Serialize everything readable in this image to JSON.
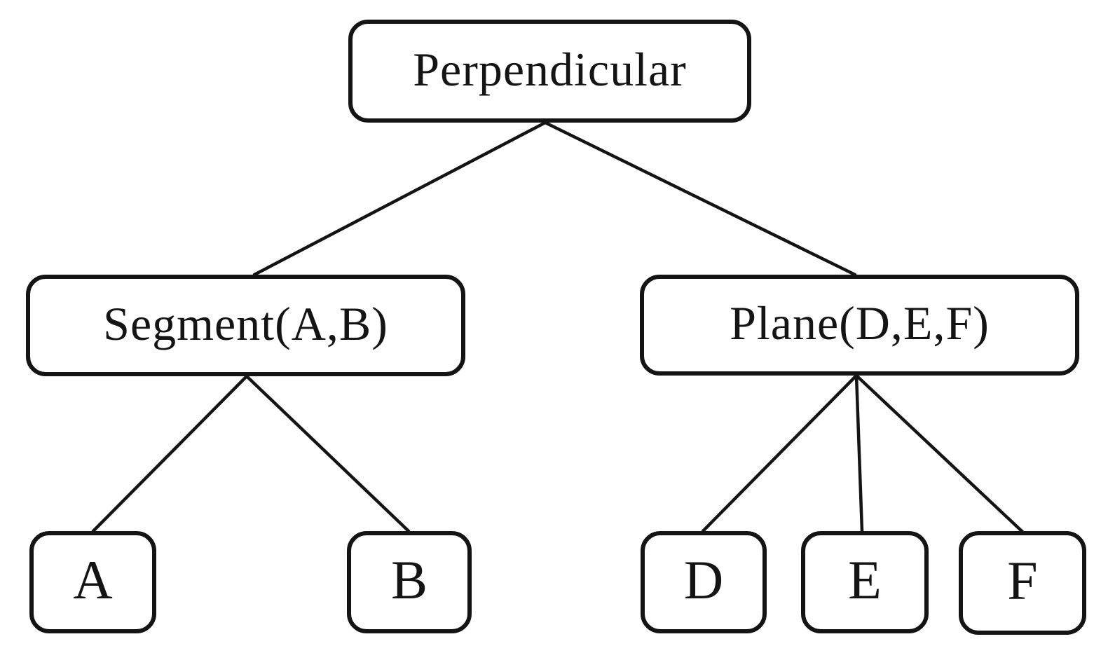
{
  "diagram": {
    "type": "tree",
    "background_color": "#ffffff",
    "stroke_color": "#141414",
    "text_color": "#141414"
  },
  "nodes": {
    "perpendicular": {
      "label": "Perpendicular"
    },
    "segment": {
      "label": "Segment(A,B)"
    },
    "plane": {
      "label": "Plane(D,E,F)"
    },
    "a": {
      "label": "A"
    },
    "b": {
      "label": "B"
    },
    "d": {
      "label": "D"
    },
    "e": {
      "label": "E"
    },
    "f": {
      "label": "F"
    }
  },
  "edges": [
    {
      "from": "Perpendicular",
      "to": "Segment(A,B)"
    },
    {
      "from": "Perpendicular",
      "to": "Plane(D,E,F)"
    },
    {
      "from": "Segment(A,B)",
      "to": "A"
    },
    {
      "from": "Segment(A,B)",
      "to": "B"
    },
    {
      "from": "Plane(D,E,F)",
      "to": "D"
    },
    {
      "from": "Plane(D,E,F)",
      "to": "E"
    },
    {
      "from": "Plane(D,E,F)",
      "to": "F"
    }
  ]
}
